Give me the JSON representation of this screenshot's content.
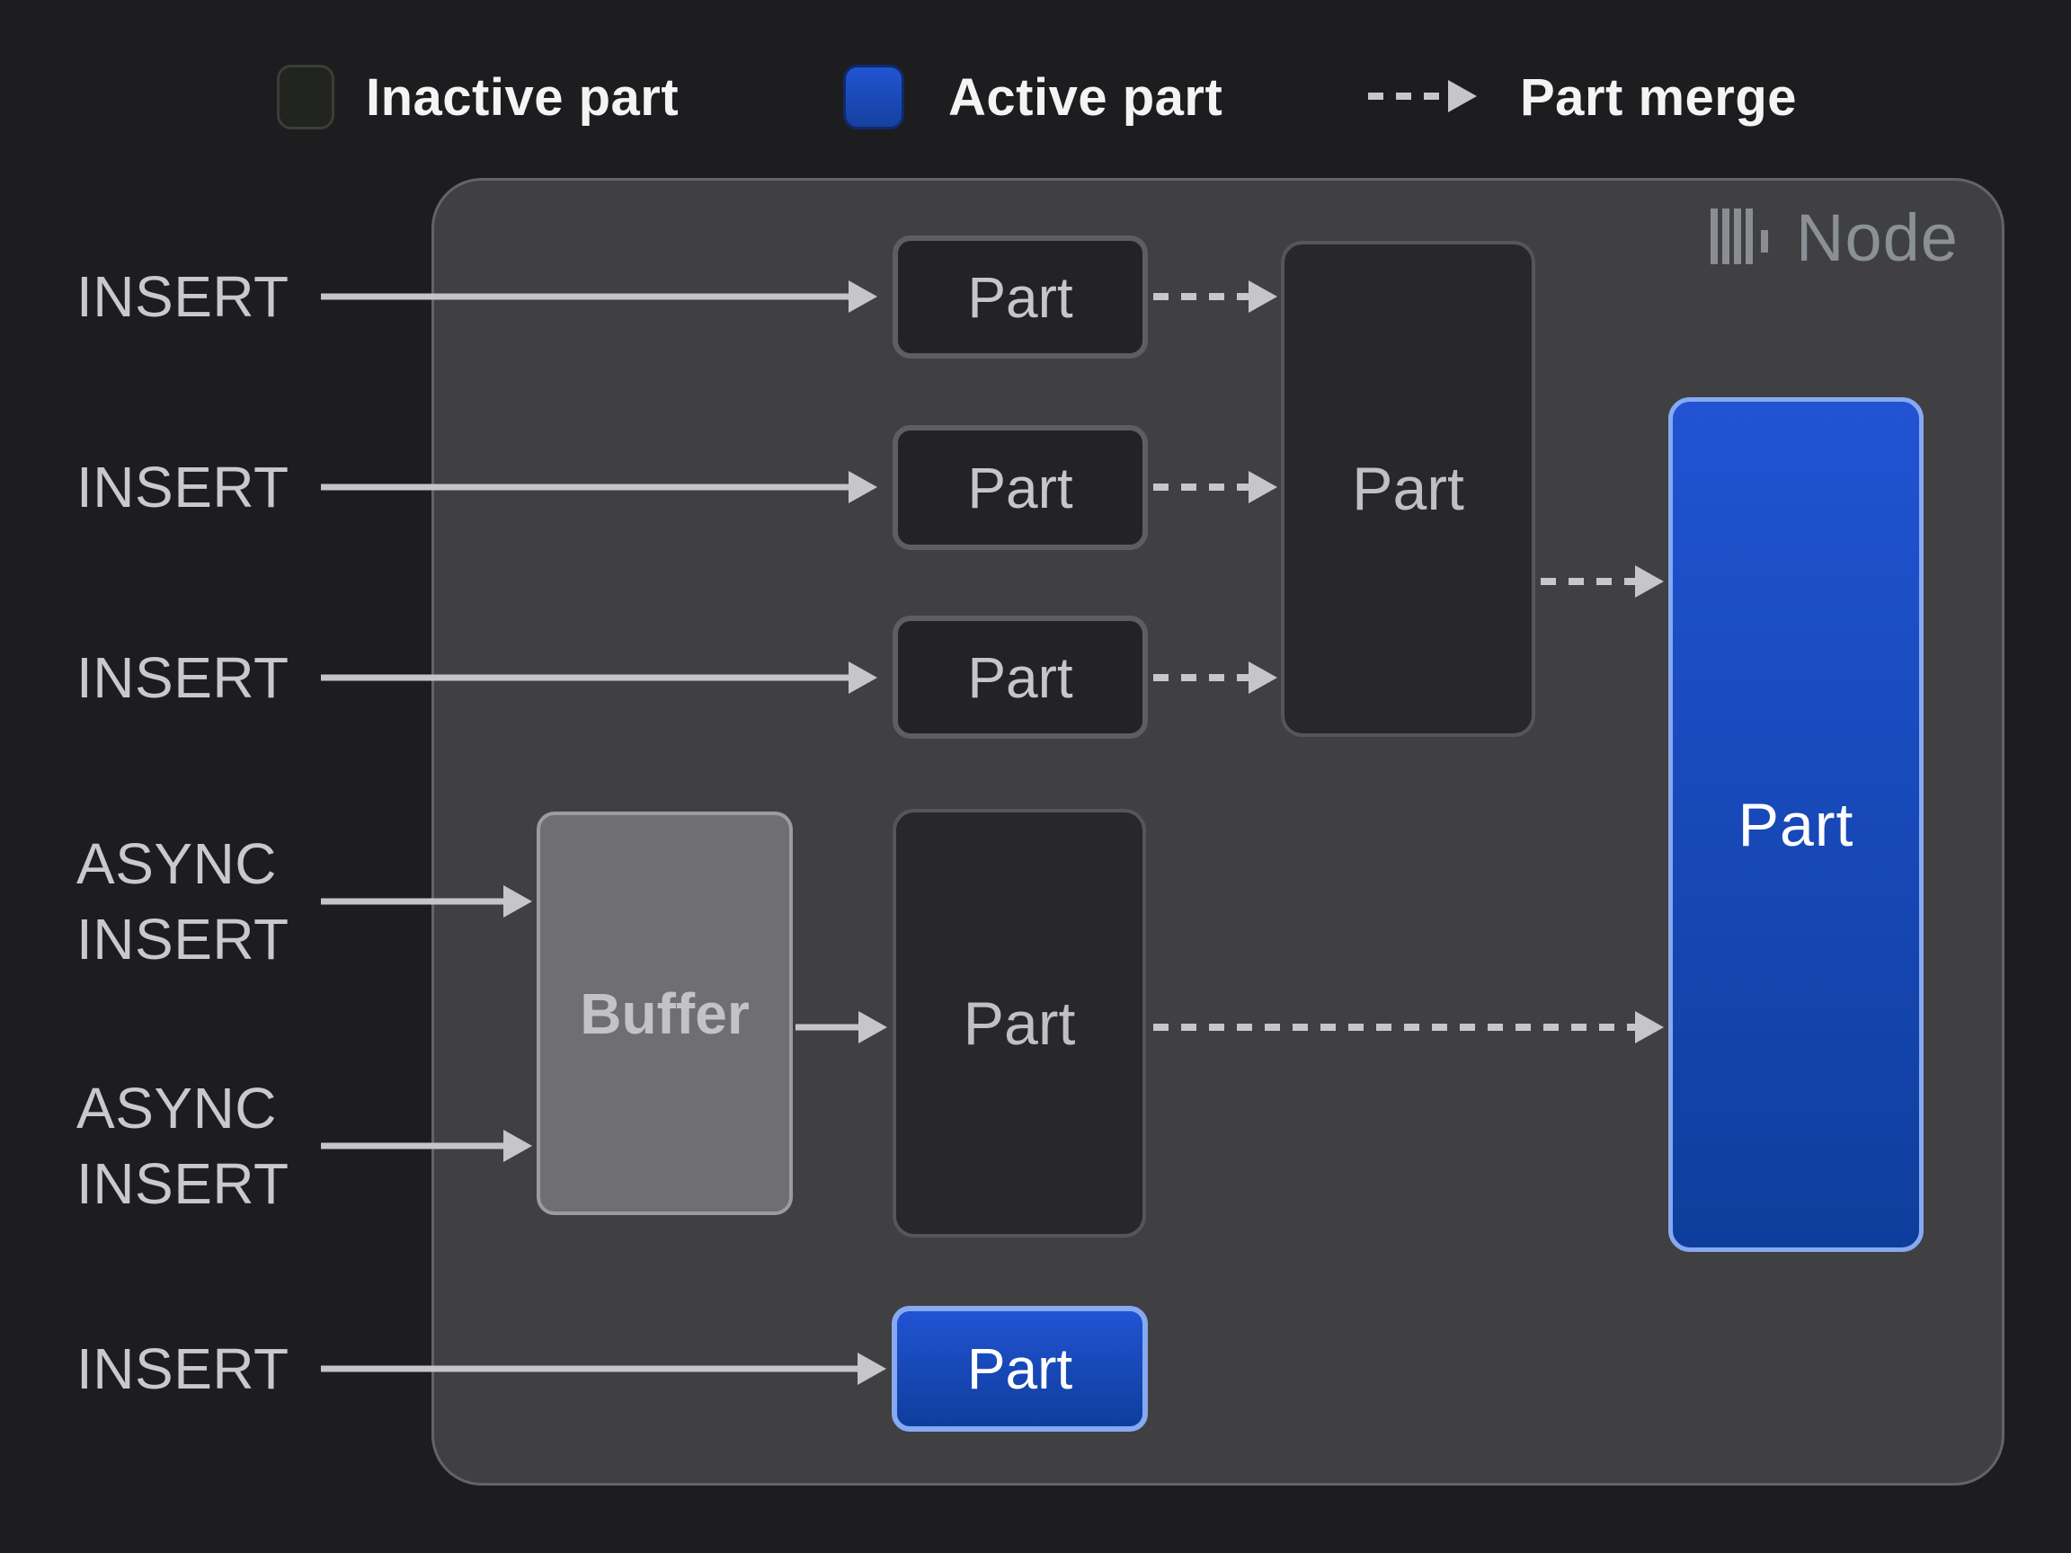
{
  "legend": {
    "inactive_label": "Inactive part",
    "active_label": "Active part",
    "merge_label": "Part merge"
  },
  "node": {
    "title": "Node",
    "icon": "clickhouse-logo-icon"
  },
  "left_labels": [
    {
      "id": "insert-1",
      "lines": [
        "INSERT"
      ]
    },
    {
      "id": "insert-2",
      "lines": [
        "INSERT"
      ]
    },
    {
      "id": "insert-3",
      "lines": [
        "INSERT"
      ]
    },
    {
      "id": "async-insert-1",
      "lines": [
        "ASYNC",
        "INSERT"
      ]
    },
    {
      "id": "async-insert-2",
      "lines": [
        "ASYNC",
        "INSERT"
      ]
    },
    {
      "id": "insert-4",
      "lines": [
        "INSERT"
      ]
    }
  ],
  "boxes": {
    "part_small_1": {
      "label": "Part",
      "state": "inactive"
    },
    "part_small_2": {
      "label": "Part",
      "state": "inactive"
    },
    "part_small_3": {
      "label": "Part",
      "state": "inactive"
    },
    "part_merged": {
      "label": "Part",
      "state": "inactive"
    },
    "part_lower": {
      "label": "Part",
      "state": "inactive"
    },
    "buffer": {
      "label": "Buffer"
    },
    "part_active_tall": {
      "label": "Part",
      "state": "active"
    },
    "part_active_bottom": {
      "label": "Part",
      "state": "active"
    }
  },
  "colors": {
    "page_background": "#1d1d1f",
    "node_background": "#404043",
    "node_border": "#646467",
    "inactive_part_fill": "#232326",
    "inactive_part_border": "#5e5e62",
    "active_part_gradient_top": "#2153d3",
    "active_part_gradient_bottom": "#0e3e9c",
    "active_part_border": "#86a9f2",
    "buffer_fill": "#6f6f71",
    "buffer_border": "#9c9c9f",
    "arrow": "#c5c5c7",
    "label_text": "#c9c9cb",
    "legend_text": "#f4f4f5",
    "node_title_text": "#8b9095"
  }
}
